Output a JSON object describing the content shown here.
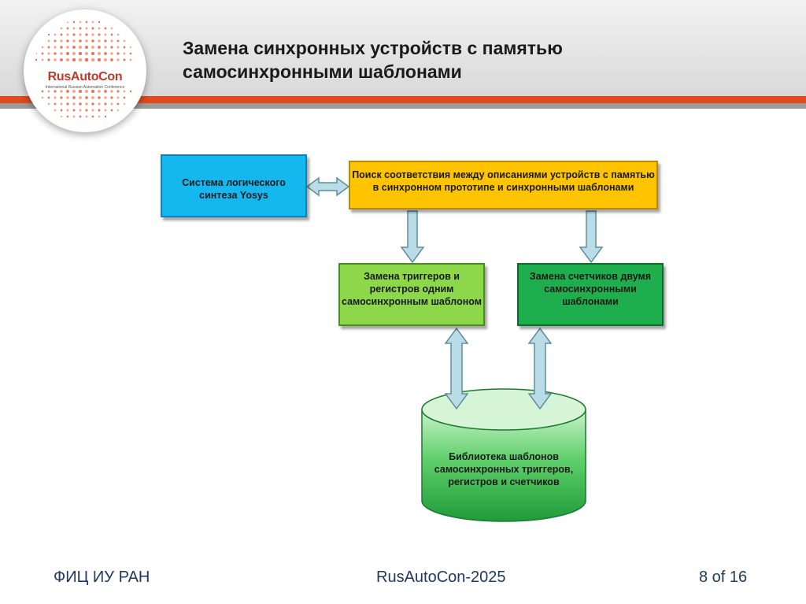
{
  "header": {
    "title_line1": "Замена синхронных устройств с памятью",
    "title_line2": "самосинхронными шаблонами"
  },
  "logo": {
    "name": "RusAutoCon",
    "subtitle": "International Russian Automation Conference",
    "icon": "conference-logo-icon"
  },
  "diagram": {
    "box_synthesis": "Система логического синтеза Yosys",
    "box_search": "Поиск соответствия между описаниями устройств с памятью в синхронном прототипе и синхронными шаблонами",
    "box_triggers": "Замена триггеров и регистров одним самосинхронным шаблоном",
    "box_counters": "Замена счетчиков двумя самосинхронными шаблонами",
    "library": "Библиотека шаблонов самосинхронных триггеров, регистров и счетчиков"
  },
  "footer": {
    "left": "ФИЦ ИУ РАН",
    "center": "RusAutoCon-2025",
    "right": "8 of 16"
  },
  "colors": {
    "accent_red": "#e04a1c",
    "box_blue": "#14b8ef",
    "box_yellow": "#ffc400",
    "box_light_green": "#8cd84a",
    "box_dark_green": "#1fae4e",
    "footer_text": "#1f3864"
  }
}
